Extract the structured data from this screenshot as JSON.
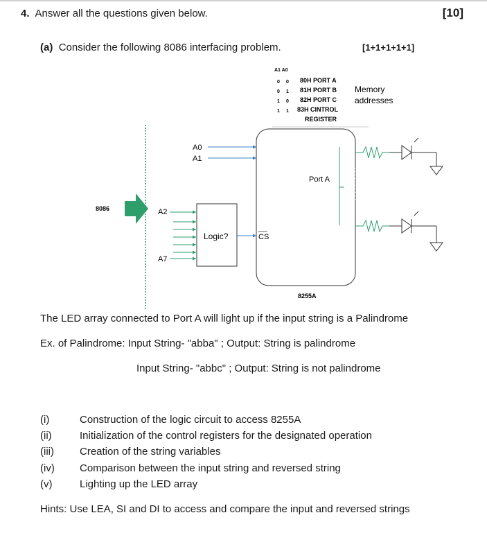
{
  "question": {
    "number": "4.",
    "instruction": "Answer all the questions given below.",
    "marks": "[10]"
  },
  "part_a": {
    "label": "(a)",
    "text": "Consider the following 8086 interfacing problem.",
    "marks": "[1+1+1+1+1]"
  },
  "diagram": {
    "address_header": "A1  A0",
    "address_rows": [
      {
        "a1": "0",
        "a0": "0",
        "label": "80H PORT A"
      },
      {
        "a1": "0",
        "a0": "1",
        "label": "81H PORT B"
      },
      {
        "a1": "1",
        "a0": "0",
        "label": "82H PORT C"
      },
      {
        "a1": "1",
        "a0": "1",
        "label": "83H CINTROL"
      }
    ],
    "register_label": "REGISTER",
    "memory_label_1": "Memory",
    "memory_label_2": "addresses",
    "cpu_label": "8086",
    "a0_label": "A0",
    "a1_label": "A1",
    "a2_label": "A2",
    "a7_label": "A7",
    "logic_label": "Logic?",
    "cs_label": "CS",
    "port_label": "Port A",
    "chip_label": "8255A"
  },
  "body": {
    "led_sentence": "The LED array connected to Port A will light up if the input string is a Palindrome",
    "example_1": "Ex. of Palindrome: Input String- \"abba\" ; Output: String is palindrome",
    "example_2": "Input String- \"abbc\" ; Output: String is not palindrome"
  },
  "tasks": [
    {
      "num": "(i)",
      "text": "Construction of the logic circuit to access 8255A"
    },
    {
      "num": "(ii)",
      "text": "Initialization of the control registers for the designated operation"
    },
    {
      "num": "(iii)",
      "text": "Creation of the string variables"
    },
    {
      "num": "(iv)",
      "text": "Comparison between the input string and reversed string"
    },
    {
      "num": "(v)",
      "text": "Lighting up the LED array"
    }
  ],
  "hint": "Hints: Use LEA, SI and DI to access and compare the input and reversed strings",
  "colors": {
    "arrow_green": "#2e9e6b",
    "wire_blue": "#3b7fc4",
    "text": "#1a1a1a"
  }
}
